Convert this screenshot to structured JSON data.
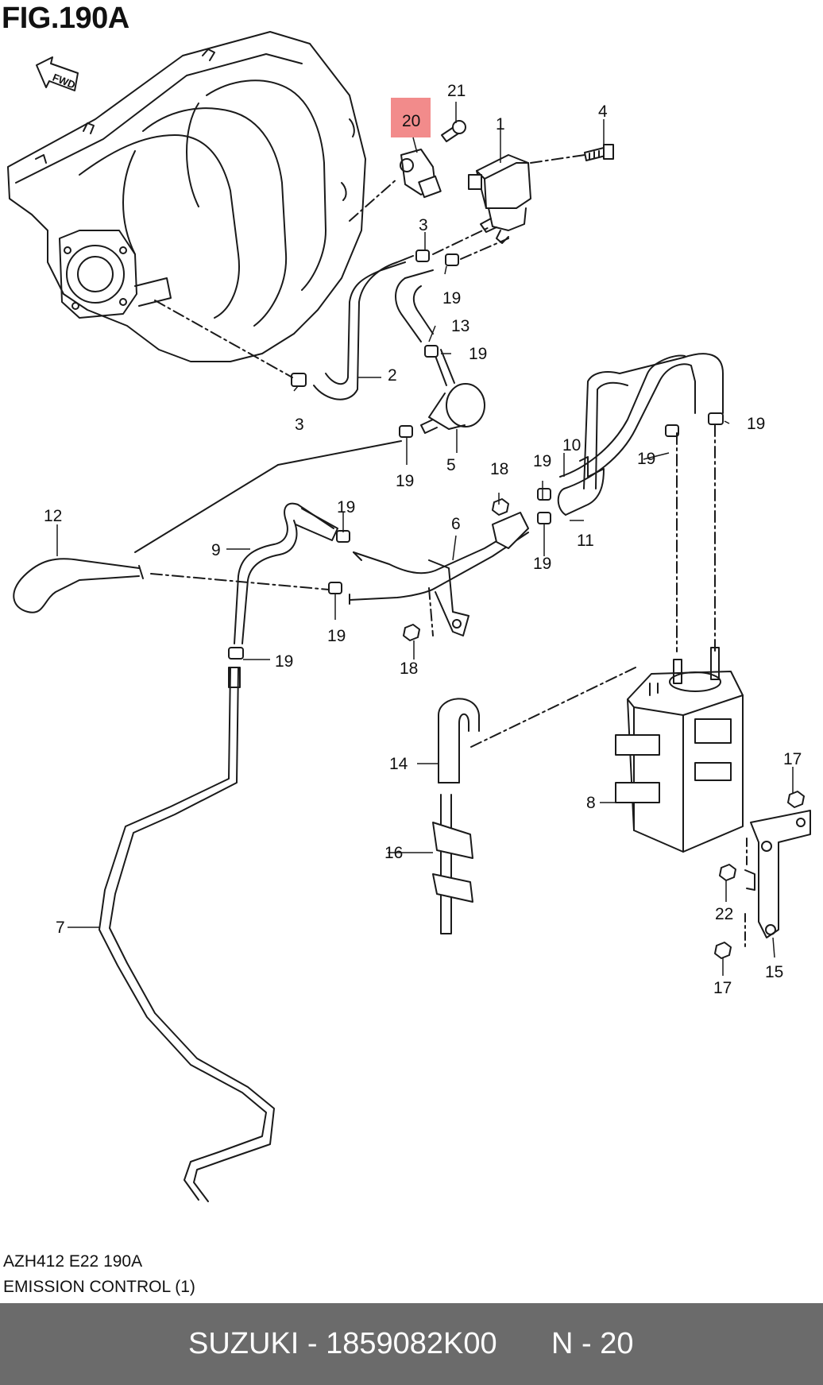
{
  "figure": {
    "title": "FIG.190A",
    "fwd_label": "FWD",
    "highlighted_part": "20"
  },
  "parts": {
    "p1": "1",
    "p2": "2",
    "p3a": "3",
    "p3b": "3",
    "p4": "4",
    "p5": "5",
    "p6": "6",
    "p7": "7",
    "p8": "8",
    "p9": "9",
    "p10": "10",
    "p11": "11",
    "p12": "12",
    "p13": "13",
    "p14": "14",
    "p15": "15",
    "p16": "16",
    "p17a": "17",
    "p17b": "17",
    "p18a": "18",
    "p18b": "18",
    "p19a": "19",
    "p19b": "19",
    "p19c": "19",
    "p19d": "19",
    "p19e": "19",
    "p19f": "19",
    "p19g": "19",
    "p19h": "19",
    "p19i": "19",
    "p19j": "19",
    "p20": "20",
    "p21": "21",
    "p22": "22"
  },
  "info": {
    "code": "AZH412 E22 190A",
    "section": "EMISSION CONTROL (1)"
  },
  "footer": {
    "brand_part": "SUZUKI - 1859082K00",
    "page": "N - 20"
  },
  "colors": {
    "footer_bg": "#6b6b6b",
    "highlight": "#f28b8b",
    "line": "#1a1a1a"
  }
}
